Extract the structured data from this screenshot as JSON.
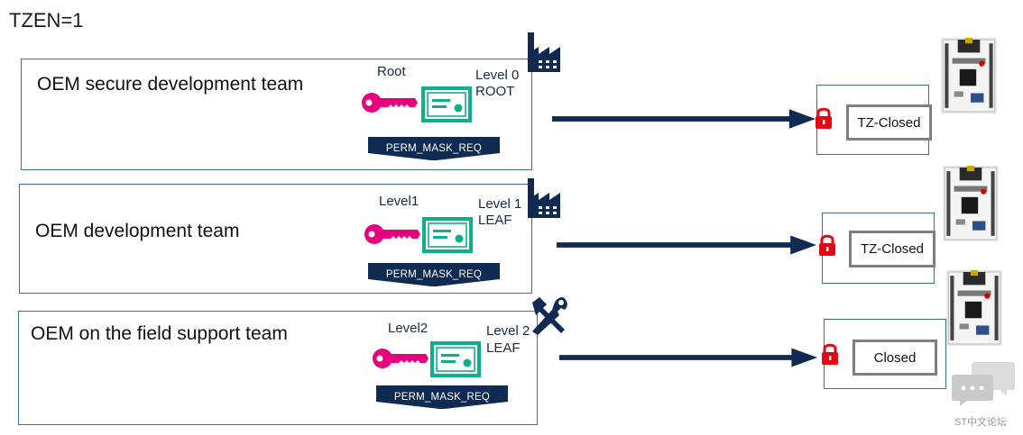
{
  "title": "TZEN=1",
  "colors": {
    "navy": "#0f2b52",
    "key": "#e6007e",
    "cert": "#0bb08a",
    "lock": "#e30613",
    "box_border": "#3b6ea8",
    "state_border": "#7f7f7f"
  },
  "rows": [
    {
      "team": "OEM secure development team",
      "key_label": "Root",
      "level": "Level 0",
      "role": "ROOT",
      "banner": "PERM_MASK_REQ",
      "site_icon": "factory-icon",
      "state": "TZ-Closed"
    },
    {
      "team": "OEM development team",
      "key_label": "Level1",
      "level": "Level 1",
      "role": "LEAF",
      "banner": "PERM_MASK_REQ",
      "site_icon": "factory-icon",
      "state": "TZ-Closed"
    },
    {
      "team": "OEM on the field support team",
      "key_label": "Level2",
      "level": "Level 2",
      "role": "LEAF",
      "banner": "PERM_MASK_REQ",
      "site_icon": "tools-icon",
      "state": "Closed"
    }
  ],
  "watermark": "ST中文论坛"
}
